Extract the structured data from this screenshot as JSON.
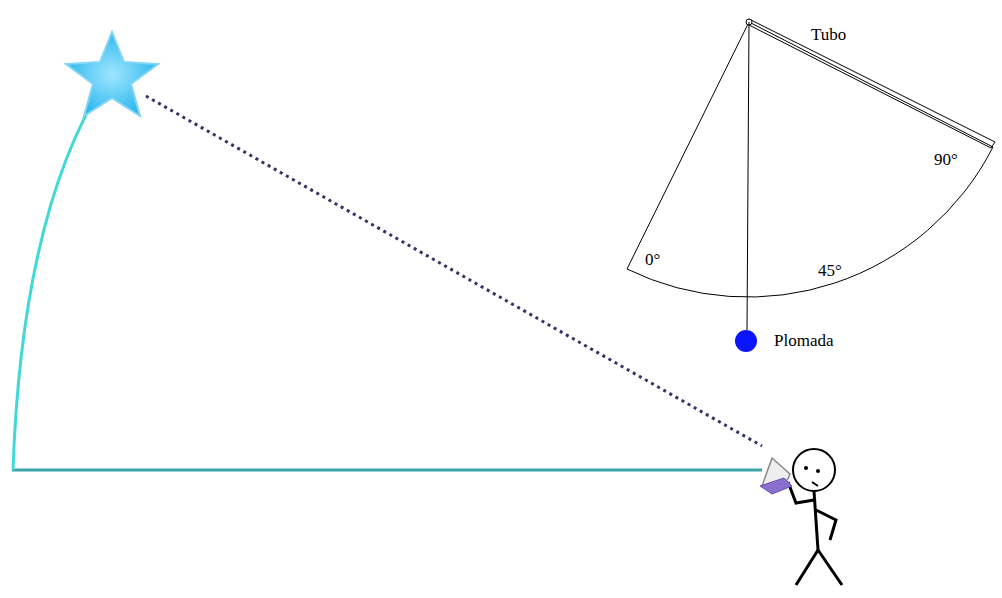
{
  "diagram": {
    "labels": [
      "Tubo",
      "90°",
      "0°",
      "45°",
      "Plomada"
    ]
  }
}
